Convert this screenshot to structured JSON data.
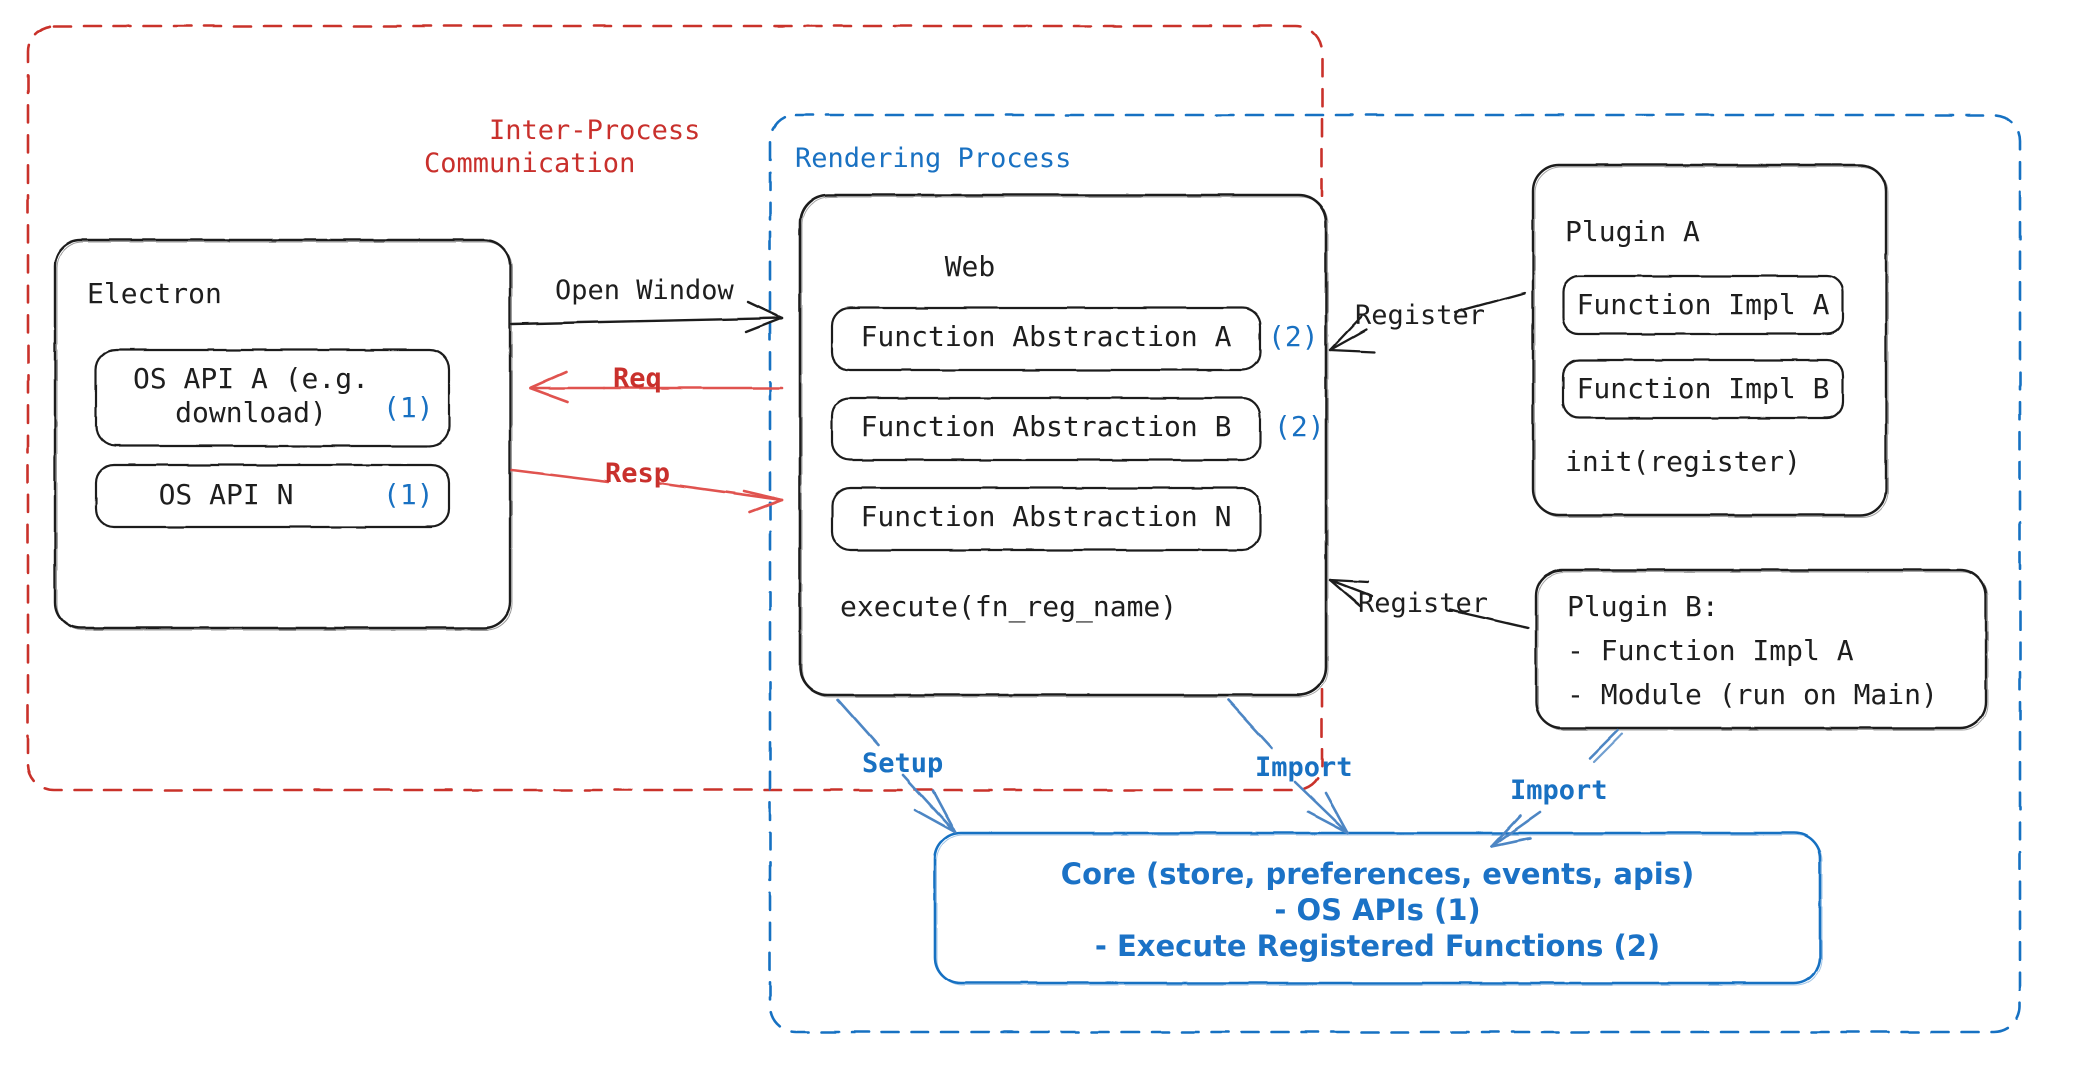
{
  "diagram": {
    "title": "Electron plugin architecture",
    "colors": {
      "ink": "#1e1e1e",
      "red": "#c9302c",
      "blue": "#1971c2",
      "core_blue": "#1b72c6"
    },
    "containers": [
      {
        "id": "ipc",
        "label": "Inter-Process\nCommunication",
        "color": "#c9302c",
        "style": "dashed"
      },
      {
        "id": "rendering",
        "label": "Rendering Process",
        "color": "#1971c2",
        "style": "dashed"
      }
    ],
    "nodes": {
      "electron": {
        "title": "Electron",
        "items": [
          {
            "label": "OS API A (e.g.\ndownload)",
            "mark": "(1)"
          },
          {
            "label": "OS API N",
            "mark": "(1)"
          }
        ]
      },
      "web": {
        "title": "Web",
        "items": [
          {
            "label": "Function Abstraction A",
            "mark": "(2)"
          },
          {
            "label": "Function Abstraction B",
            "mark": "(2)"
          },
          {
            "label": "Function Abstraction N",
            "mark": ""
          }
        ],
        "footer": "execute(fn_reg_name)"
      },
      "plugin_a": {
        "title": "Plugin A",
        "items": [
          {
            "label": "Function Impl A"
          },
          {
            "label": "Function Impl B"
          }
        ],
        "footer": "init(register)"
      },
      "plugin_b": {
        "title": "Plugin B:",
        "lines": [
          "- Function Impl A",
          "- Module (run on Main)"
        ]
      },
      "core": {
        "lines": [
          "Core (store, preferences, events, apis)",
          "- OS APIs (1)",
          "- Execute Registered Functions (2)"
        ]
      }
    },
    "edges": [
      {
        "id": "open-window",
        "label": "Open Window",
        "color": "#1e1e1e"
      },
      {
        "id": "req",
        "label": "Req",
        "color": "#c9302c"
      },
      {
        "id": "resp",
        "label": "Resp",
        "color": "#c9302c"
      },
      {
        "id": "register-top",
        "label": "Register",
        "color": "#1e1e1e"
      },
      {
        "id": "register-bot",
        "label": "Register",
        "color": "#1e1e1e"
      },
      {
        "id": "setup",
        "label": "Setup",
        "color": "#1971c2"
      },
      {
        "id": "import-web",
        "label": "Import",
        "color": "#1971c2"
      },
      {
        "id": "import-plugin",
        "label": "Import",
        "color": "#1971c2"
      }
    ]
  }
}
